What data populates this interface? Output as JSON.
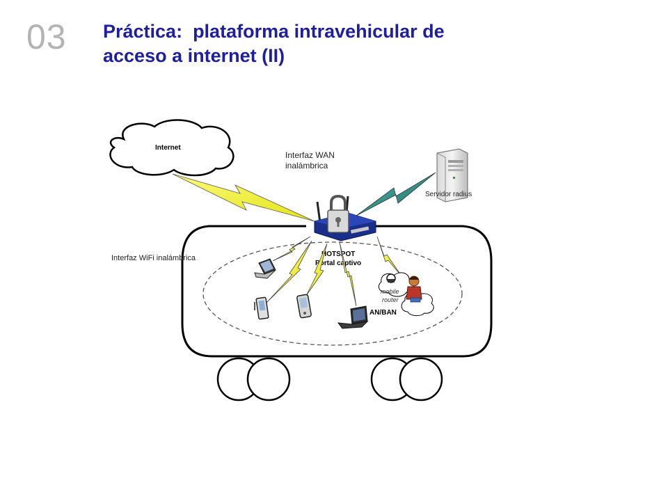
{
  "slide": {
    "number": "03",
    "title_line1": "Práctica:  plataforma intravehicular de",
    "title_line2": "acceso a internet (II)"
  },
  "diagram": {
    "internet_label": "Internet",
    "wan_label_line1": "Interfaz WAN",
    "wan_label_line2": "inalámbrica",
    "server_label": "Servidor radius",
    "wifi_label": "Interfaz WiFi inalámbrica",
    "hotspot_line1": "HOTSPOT",
    "hotspot_line2": "Portal captivo",
    "pan_label": "AN/BAN",
    "mobile_label_line1": "mobile",
    "mobile_label_line2": "router"
  },
  "colors": {
    "title": "#1f1f9e",
    "slide_number": "#b3b3b3",
    "bolt_yellow": "#f2f23a",
    "bolt_teal": "#2f8f86",
    "router_blue": "#1a2f8a"
  },
  "icons": [
    "cloud-icon",
    "server-icon",
    "router-icon",
    "padlock-icon",
    "laptop-icon",
    "pda-icon",
    "smartphone-icon",
    "person-icon"
  ]
}
